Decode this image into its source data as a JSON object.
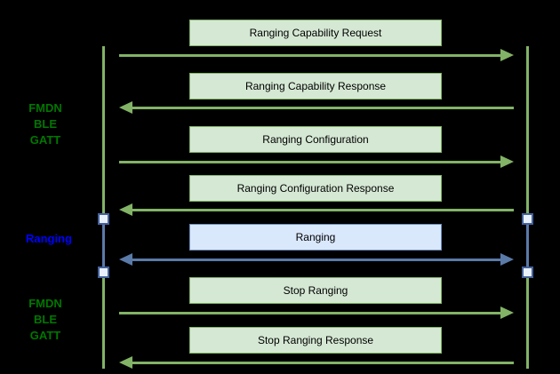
{
  "diagram_type": "sequence-diagram",
  "phases": [
    {
      "label": "FMDN\nBLE\nGATT",
      "color": "#007700"
    },
    {
      "label": "Ranging",
      "color": "#0000ff"
    },
    {
      "label": "FMDN\nBLE\nGATT",
      "color": "#007700"
    }
  ],
  "messages": [
    {
      "label": "Ranging Capability Request",
      "direction": "right",
      "style": "green"
    },
    {
      "label": "Ranging Capability Response",
      "direction": "left",
      "style": "green"
    },
    {
      "label": "Ranging Configuration",
      "direction": "right",
      "style": "green"
    },
    {
      "label": "Ranging Configuration Response",
      "direction": "left",
      "style": "green"
    },
    {
      "label": "Ranging",
      "direction": "both",
      "style": "blue"
    },
    {
      "label": "Stop Ranging",
      "direction": "right",
      "style": "green"
    },
    {
      "label": "Stop Ranging Response",
      "direction": "left",
      "style": "green"
    }
  ],
  "colors": {
    "background": "#000000",
    "green_stroke": "#82b366",
    "green_fill": "#d5e8d4",
    "blue_stroke": "#6c8ebf",
    "blue_fill": "#dae8fc",
    "blue_arrow": "#5a7aa8",
    "activation_border": "#44619b",
    "activation_fill": "#e8f1fb",
    "label_green": "#007700",
    "label_blue": "#0000ff"
  }
}
